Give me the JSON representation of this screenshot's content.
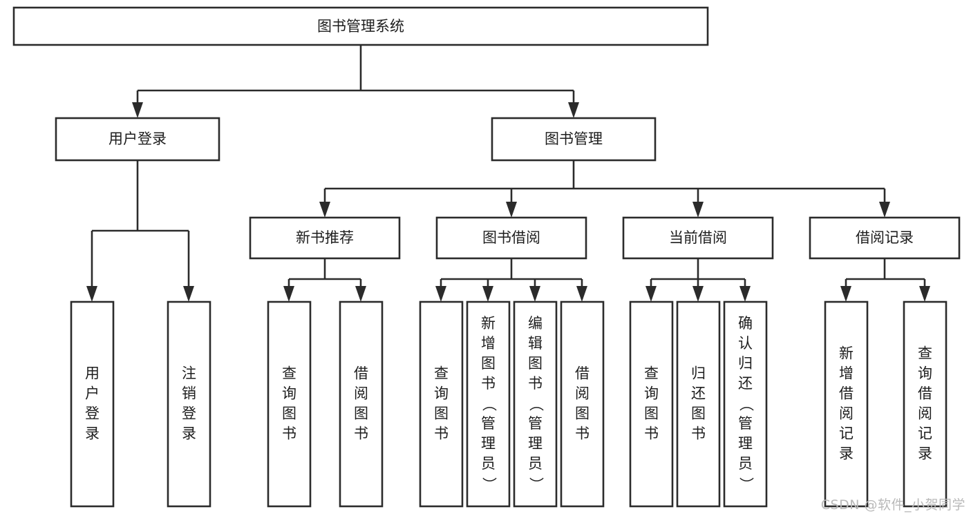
{
  "diagram": {
    "title": "图书管理系统",
    "type": "tree",
    "watermark": "CSDN @软件_小贺同学",
    "colors": {
      "stroke": "#2b2b2b",
      "fill": "#ffffff",
      "text": "#1d1d1d",
      "watermark": "#b9b9b9"
    },
    "levels": {
      "root": {
        "label": "图书管理系统"
      },
      "level2": [
        {
          "id": "user-login",
          "label": "用户登录"
        },
        {
          "id": "book-manage",
          "label": "图书管理"
        }
      ],
      "level3": [
        {
          "id": "new-book-recommend",
          "label": "新书推荐"
        },
        {
          "id": "book-borrow",
          "label": "图书借阅"
        },
        {
          "id": "current-borrow",
          "label": "当前借阅"
        },
        {
          "id": "borrow-record",
          "label": "借阅记录"
        }
      ],
      "leaves": {
        "user_login": [
          {
            "id": "leaf-user-login",
            "label": "用户登录"
          },
          {
            "id": "leaf-logout-login",
            "label": "注销登录"
          }
        ],
        "new_book_recommend": [
          {
            "id": "leaf-query-book-1",
            "label": "查询图书"
          },
          {
            "id": "leaf-borrow-book-1",
            "label": "借阅图书"
          }
        ],
        "book_borrow": [
          {
            "id": "leaf-query-book-2",
            "label": "查询图书"
          },
          {
            "id": "leaf-add-book",
            "label": "新增图书（管理员）"
          },
          {
            "id": "leaf-edit-book",
            "label": "编辑图书（管理员）"
          },
          {
            "id": "leaf-borrow-book-2",
            "label": "借阅图书"
          }
        ],
        "current_borrow": [
          {
            "id": "leaf-query-book-3",
            "label": "查询图书"
          },
          {
            "id": "leaf-return-book",
            "label": "归还图书"
          },
          {
            "id": "leaf-confirm-return",
            "label": "确认归还（管理员）"
          }
        ],
        "borrow_record": [
          {
            "id": "leaf-add-record",
            "label": "新增借阅记录"
          },
          {
            "id": "leaf-query-record",
            "label": "查询借阅记录"
          }
        ]
      }
    }
  }
}
